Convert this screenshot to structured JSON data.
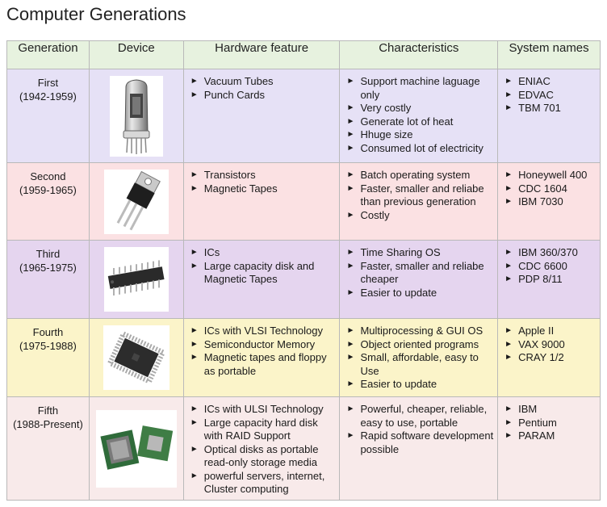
{
  "title": "Computer Generations",
  "headers": [
    "Generation",
    "Device",
    "Hardware feature",
    "Characteristics",
    "System names"
  ],
  "rows": [
    {
      "name": "First",
      "period": "(1942-1959)",
      "device_icon": "vacuum-tube-icon",
      "hardware": [
        "Vacuum Tubes",
        "Punch Cards"
      ],
      "characteristics": [
        "Support machine laguage only",
        "Very costly",
        "Generate lot of heat",
        "Hhuge size",
        "Consumed lot of electricity"
      ],
      "systems": [
        "ENIAC",
        "EDVAC",
        "TBM 701"
      ]
    },
    {
      "name": "Second",
      "period": "(1959-1965)",
      "device_icon": "transistor-icon",
      "hardware": [
        "Transistors",
        "Magnetic Tapes"
      ],
      "characteristics": [
        "Batch operating system",
        "Faster, smaller and reliabe than previous generation",
        "Costly"
      ],
      "systems": [
        "Honeywell 400",
        "CDC 1604",
        "IBM 7030"
      ]
    },
    {
      "name": "Third",
      "period": "(1965-1975)",
      "device_icon": "integrated-circuit-icon",
      "hardware": [
        "ICs",
        "Large capacity disk and Magnetic Tapes"
      ],
      "characteristics": [
        "Time Sharing OS",
        "Faster, smaller and reliabe cheaper",
        "Easier to update"
      ],
      "systems": [
        "IBM 360/370",
        "CDC 6600",
        "PDP 8/11"
      ]
    },
    {
      "name": "Fourth",
      "period": "(1975-1988)",
      "device_icon": "vlsi-chip-icon",
      "hardware": [
        "ICs with VLSI Technology",
        "Semiconductor Memory",
        "Magnetic tapes and floppy as portable"
      ],
      "characteristics": [
        "Multiprocessing & GUI OS",
        "Object oriented programs",
        "Small, affordable, easy to Use",
        "Easier to update"
      ],
      "systems": [
        "Apple II",
        "VAX 9000",
        "CRAY 1/2"
      ]
    },
    {
      "name": "Fifth",
      "period": "(1988-Present)",
      "device_icon": "ulsi-processor-icon",
      "hardware": [
        "ICs with ULSI Technology",
        "Large capacity hard disk with RAID Support",
        "Optical disks as portable read-only storage media",
        "powerful servers, internet, Cluster computing"
      ],
      "characteristics": [
        "Powerful, cheaper, reliable, easy to use, portable",
        "Rapid software development possible"
      ],
      "systems": [
        "IBM",
        "Pentium",
        "PARAM"
      ]
    }
  ]
}
